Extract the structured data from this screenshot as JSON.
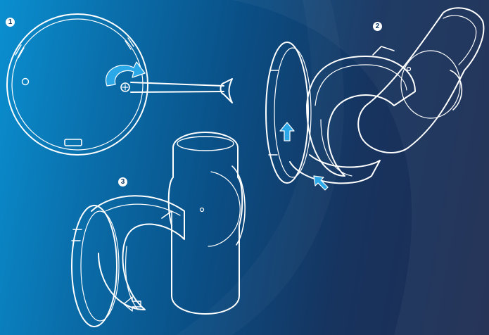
{
  "steps": [
    {
      "number": "1"
    },
    {
      "number": "2"
    },
    {
      "number": "3"
    }
  ],
  "colors": {
    "line": "#ffffff",
    "arrow": "#2aa8e8",
    "badge_text": "#0d3a66",
    "background_start": "#0a8fd0",
    "background_end": "#1f2c52"
  },
  "icons": [
    "rotate-arrow-icon",
    "push-up-arrow-icon",
    "push-diagonal-arrow-icon",
    "push-left-arrow-icon"
  ]
}
